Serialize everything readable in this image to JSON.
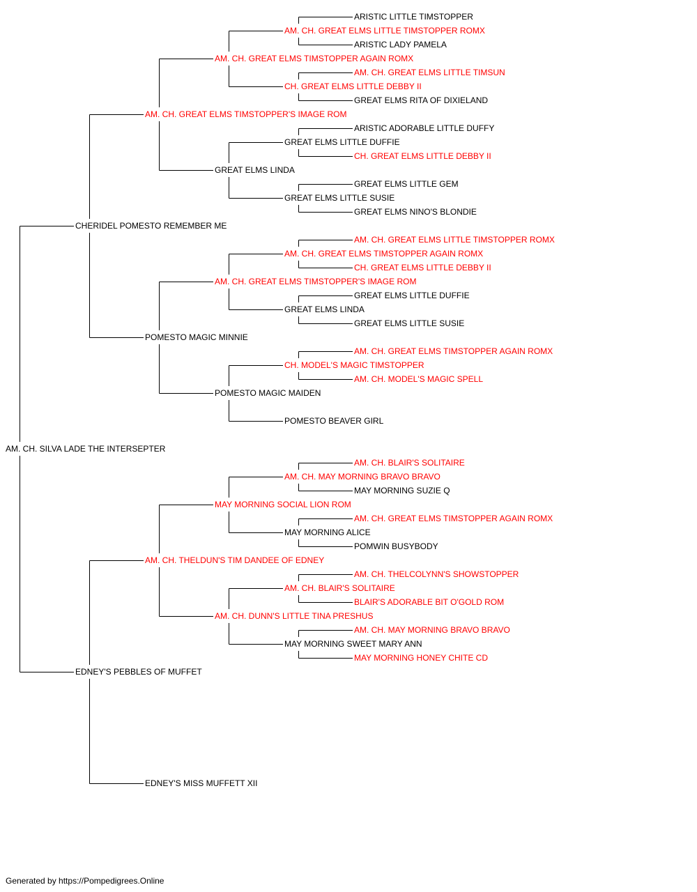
{
  "colors": {
    "champion": "#ff0000",
    "regular": "#000000",
    "line": "#000000"
  },
  "pedigree": {
    "name": "AM. CH. SILVA LADE THE INTERSEPTER",
    "champion": false,
    "sire": {
      "name": "CHERIDEL POMESTO REMEMBER ME",
      "champion": false,
      "sire": {
        "name": "AM. CH. GREAT ELMS TIMSTOPPER'S IMAGE ROM",
        "champion": true,
        "sire": {
          "name": "AM. CH. GREAT ELMS TIMSTOPPER AGAIN ROMX",
          "champion": true,
          "sire": {
            "name": "AM. CH. GREAT ELMS LITTLE TIMSTOPPER ROMX",
            "champion": true,
            "sire": {
              "name": "ARISTIC LITTLE TIMSTOPPER",
              "champion": false
            },
            "dam": {
              "name": "ARISTIC LADY PAMELA",
              "champion": false
            }
          },
          "dam": {
            "name": "CH. GREAT ELMS LITTLE DEBBY II",
            "champion": true,
            "sire": {
              "name": "AM. CH. GREAT ELMS LITTLE TIMSUN",
              "champion": true
            },
            "dam": {
              "name": "GREAT ELMS RITA OF DIXIELAND",
              "champion": false
            }
          }
        },
        "dam": {
          "name": "GREAT ELMS LINDA",
          "champion": false,
          "sire": {
            "name": "GREAT ELMS LITTLE DUFFIE",
            "champion": false,
            "sire": {
              "name": "ARISTIC ADORABLE LITTLE DUFFY",
              "champion": false
            },
            "dam": {
              "name": "CH. GREAT ELMS LITTLE DEBBY II",
              "champion": true
            }
          },
          "dam": {
            "name": "GREAT ELMS LITTLE SUSIE",
            "champion": false,
            "sire": {
              "name": "GREAT ELMS LITTLE GEM",
              "champion": false
            },
            "dam": {
              "name": "GREAT ELMS NINO'S BLONDIE",
              "champion": false
            }
          }
        }
      },
      "dam": {
        "name": "POMESTO MAGIC MINNIE",
        "champion": false,
        "sire": {
          "name": "AM. CH. GREAT ELMS TIMSTOPPER'S IMAGE ROM",
          "champion": true,
          "sire": {
            "name": "AM. CH. GREAT ELMS TIMSTOPPER AGAIN ROMX",
            "champion": true,
            "sire": {
              "name": "AM. CH. GREAT ELMS LITTLE TIMSTOPPER ROMX",
              "champion": true
            },
            "dam": {
              "name": "CH. GREAT ELMS LITTLE DEBBY II",
              "champion": true
            }
          },
          "dam": {
            "name": "GREAT ELMS LINDA",
            "champion": false,
            "sire": {
              "name": "GREAT ELMS LITTLE DUFFIE",
              "champion": false
            },
            "dam": {
              "name": "GREAT ELMS LITTLE SUSIE",
              "champion": false
            }
          }
        },
        "dam": {
          "name": "POMESTO MAGIC MAIDEN",
          "champion": false,
          "sire": {
            "name": "CH. MODEL'S MAGIC TIMSTOPPER",
            "champion": true,
            "sire": {
              "name": "AM. CH. GREAT ELMS TIMSTOPPER AGAIN ROMX",
              "champion": true
            },
            "dam": {
              "name": "AM. CH. MODEL'S MAGIC SPELL",
              "champion": true
            }
          },
          "dam": {
            "name": "POMESTO BEAVER GIRL",
            "champion": false
          }
        }
      }
    },
    "dam": {
      "name": "EDNEY'S PEBBLES OF MUFFET",
      "champion": false,
      "sire": {
        "name": "AM. CH. THELDUN'S TIM DANDEE OF EDNEY",
        "champion": true,
        "sire": {
          "name": "MAY MORNING SOCIAL LION ROM",
          "champion": true,
          "sire": {
            "name": "AM. CH. MAY MORNING BRAVO BRAVO",
            "champion": true,
            "sire": {
              "name": "AM. CH. BLAIR'S SOLITAIRE",
              "champion": true
            },
            "dam": {
              "name": "MAY MORNING SUZIE Q",
              "champion": false
            }
          },
          "dam": {
            "name": "MAY MORNING ALICE",
            "champion": false,
            "sire": {
              "name": "AM. CH. GREAT ELMS TIMSTOPPER AGAIN ROMX",
              "champion": true
            },
            "dam": {
              "name": "POMWIN BUSYBODY",
              "champion": false
            }
          }
        },
        "dam": {
          "name": "AM. CH. DUNN'S LITTLE TINA PRESHUS",
          "champion": true,
          "sire": {
            "name": "AM. CH. BLAIR'S SOLITAIRE",
            "champion": true,
            "sire": {
              "name": "AM. CH. THELCOLYNN'S SHOWSTOPPER",
              "champion": true
            },
            "dam": {
              "name": "BLAIR'S ADORABLE BIT O'GOLD ROM",
              "champion": true
            }
          },
          "dam": {
            "name": "MAY MORNING SWEET MARY ANN",
            "champion": false,
            "sire": {
              "name": "AM. CH. MAY MORNING BRAVO BRAVO",
              "champion": true
            },
            "dam": {
              "name": "MAY MORNING HONEY CHITE CD",
              "champion": true
            }
          }
        }
      },
      "dam": {
        "name": "EDNEY'S MISS MUFFETT XII",
        "champion": false
      }
    }
  },
  "footer": {
    "text": "Generated by https://Pompedigrees.Online"
  }
}
